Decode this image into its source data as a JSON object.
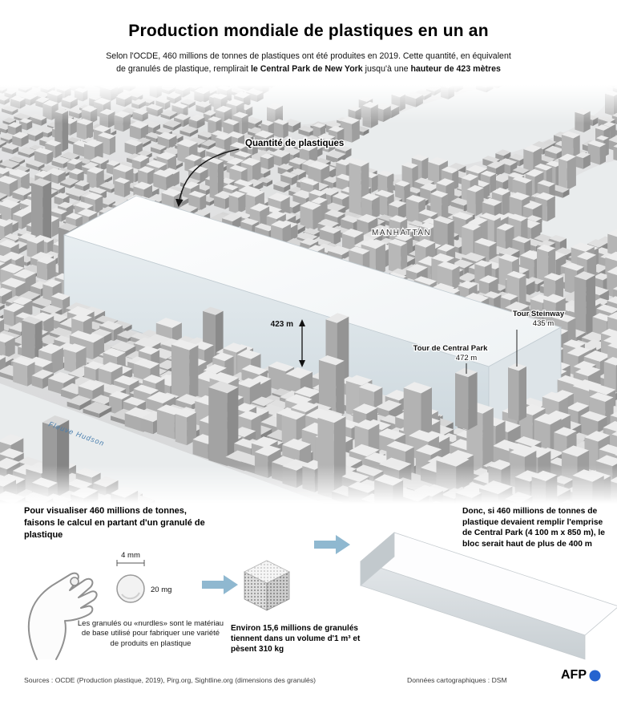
{
  "colors": {
    "accent": "#8fb8d0",
    "afp_blue": "#2563cf",
    "river_text": "#4a7fae"
  },
  "header": {
    "title": "Production mondiale de plastiques en un an",
    "subtitle_line1": "Selon l'OCDE,  460 millions de tonnes de plastiques ont été produites en 2019. Cette quantité, en équivalent",
    "subtitle_line2": {
      "t1": "de granulés de plastique, remplirait ",
      "b1": "le Central Park de New York",
      "t2": " jusqu'à une ",
      "b2": "hauteur de 423 mètres"
    }
  },
  "map": {
    "block_label": "Quantité de plastiques",
    "borough": "MANHATTAN",
    "block_height": "423 m",
    "river": "Fleuve Hudson",
    "towers": [
      {
        "name": "Tour de Central Park",
        "height": "472 m"
      },
      {
        "name": "Tour Steinway",
        "height": "435 m"
      }
    ]
  },
  "steps": {
    "intro": "Pour visualiser 460 millions de tonnes, faisons le calcul en partant d'un granulé de plastique",
    "pellet_diameter": "4 mm",
    "pellet_weight": "20 mg",
    "pellet_caption": "Les granulés ou «nurdles» sont le matériau de base utilisé pour fabriquer une variété de produits en plastique",
    "cube_caption": "Environ 15,6 millions de granulés tiennent dans un volume d'1 m³ et pèsent 310 kg",
    "conclusion": "Donc, si 460 millions de tonnes de plastique devaient remplir l'emprise de Central Park (4 100 m x 850 m), le bloc serait haut de plus de 400 m"
  },
  "footer": {
    "sources": "Sources : OCDE (Production plastique, 2019), Pirg.org, Sightline.org (dimensions des granulés)",
    "map_credit": "Données cartographiques : DSM",
    "logo": "AFP"
  }
}
